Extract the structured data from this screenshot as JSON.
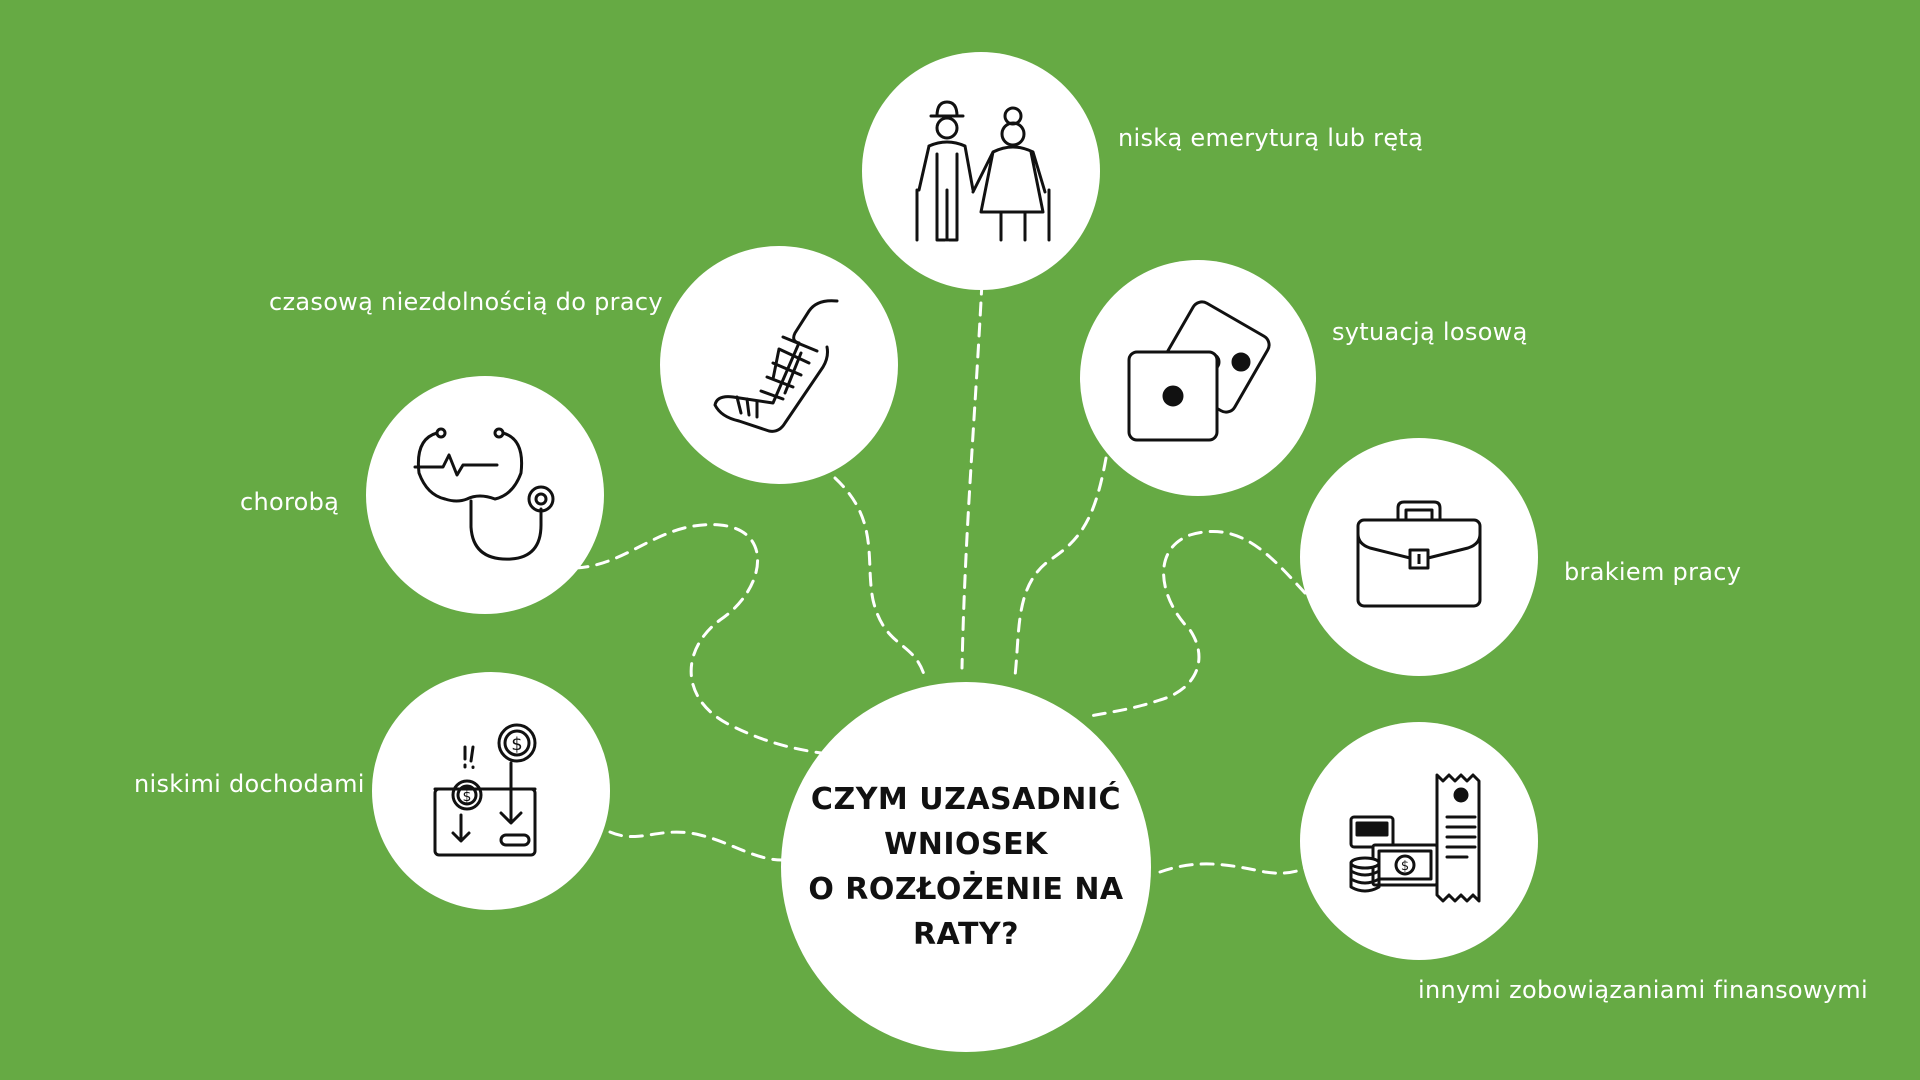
{
  "center": {
    "lines": [
      "CZYM UZASADNIĆ",
      "WNIOSEK",
      "O ROZŁOŻENIE NA",
      "RATY?"
    ]
  },
  "reasons": [
    {
      "id": "pension",
      "label": "niską emeryturą lub rętą",
      "icon": "elderly-couple-icon"
    },
    {
      "id": "incapacity",
      "label": "czasową niezdolnością do pracy",
      "icon": "leg-cast-icon"
    },
    {
      "id": "random",
      "label": "sytuacją losową",
      "icon": "dice-icon"
    },
    {
      "id": "illness",
      "label": "chorobą",
      "icon": "stethoscope-icon"
    },
    {
      "id": "unemployment",
      "label": "brakiem pracy",
      "icon": "briefcase-icon"
    },
    {
      "id": "low-income",
      "label": "niskimi dochodami",
      "icon": "wallet-coins-down-icon"
    },
    {
      "id": "other-obligations",
      "label": "innymi zobowiązaniami finansowymi",
      "icon": "bills-receipt-coins-icon"
    }
  ],
  "colors": {
    "background": "#66aa44",
    "circle": "#ffffff",
    "connector": "#ffffff",
    "icon_stroke": "#111111",
    "center_text": "#111111",
    "label_text": "#ffffff"
  }
}
